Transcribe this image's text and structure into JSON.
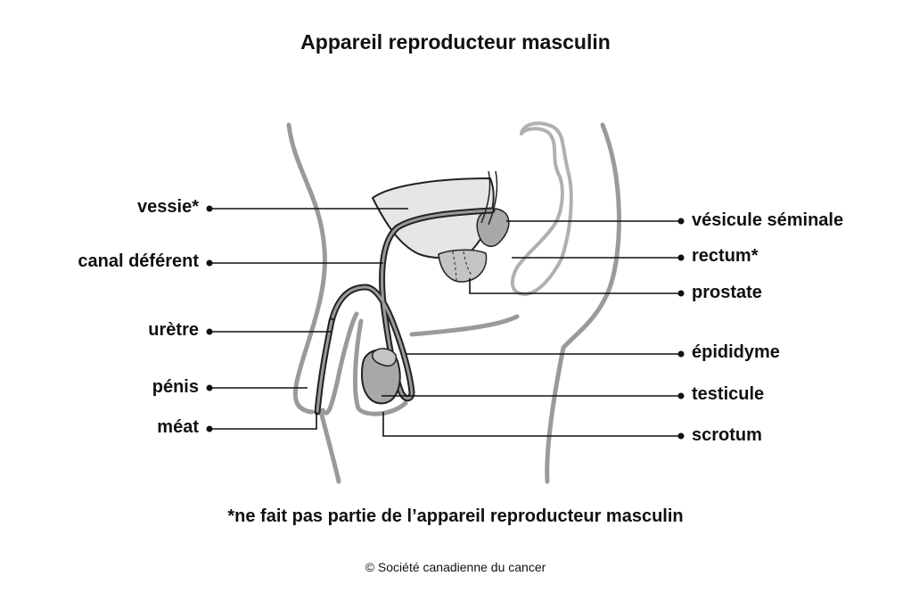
{
  "title": "Appareil reproducteur masculin",
  "labels": {
    "vessie": "vessie*",
    "canal_deferent": "canal déférent",
    "uretre": "urètre",
    "penis": "pénis",
    "meat": "méat",
    "vesicule_seminale": "vésicule séminale",
    "rectum": "rectum*",
    "prostate": "prostate",
    "epididyme": "épididyme",
    "testicule": "testicule",
    "scrotum": "scrotum"
  },
  "footnote": "*ne fait pas partie de l’appareil reproducteur masculin",
  "copyright": "© Société canadienne du cancer",
  "colors": {
    "outline": "#9a9a9a",
    "organ_fill": "#e6e6e6",
    "organ_dark_fill": "#a8a8a8",
    "line": "#111111"
  }
}
